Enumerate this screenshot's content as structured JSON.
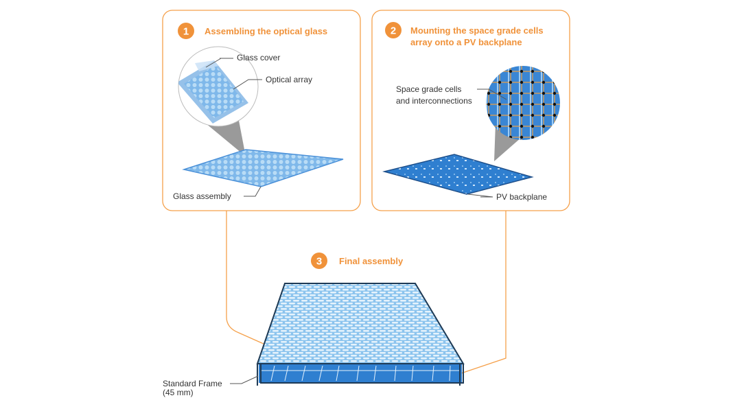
{
  "step1": {
    "number": "1",
    "title": "Assembling the optical glass",
    "labels": {
      "glass_cover": "Glass cover",
      "optical_array": "Optical array",
      "glass_assembly": "Glass assembly"
    }
  },
  "step2": {
    "number": "2",
    "title_line1": "Mounting the space grade cells",
    "title_line2": "array onto a PV backplane",
    "labels": {
      "cells_line1": "Space grade cells",
      "cells_line2": "and interconnections",
      "pv_backplane": "PV backplane"
    }
  },
  "step3": {
    "number": "3",
    "title": "Final assembly",
    "labels": {
      "frame_line1": "Standard Frame",
      "frame_line2": "(45 mm)"
    }
  },
  "colors": {
    "accent": "#f0923a",
    "panel_blue": "#2f7fd0",
    "glass_blue": "#8cc4ee"
  }
}
